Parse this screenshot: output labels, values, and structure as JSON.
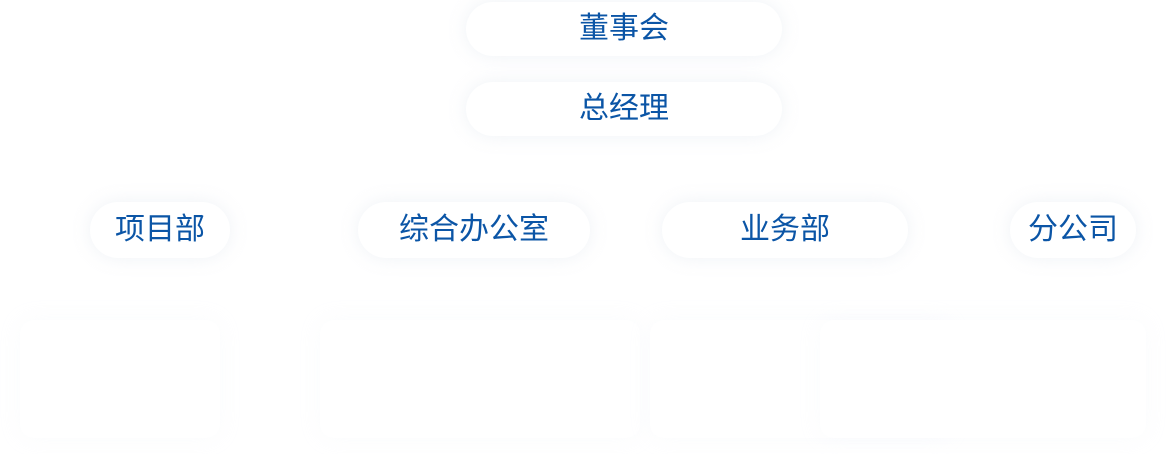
{
  "org_chart": {
    "board": "董事会",
    "general_manager": "总经理",
    "departments": [
      "项目部",
      "综合办公室",
      "业务部",
      "分公司"
    ]
  },
  "colors": {
    "node_text": "#0b55a6",
    "node_background": "#ffffff",
    "page_background": "#ffffff"
  }
}
